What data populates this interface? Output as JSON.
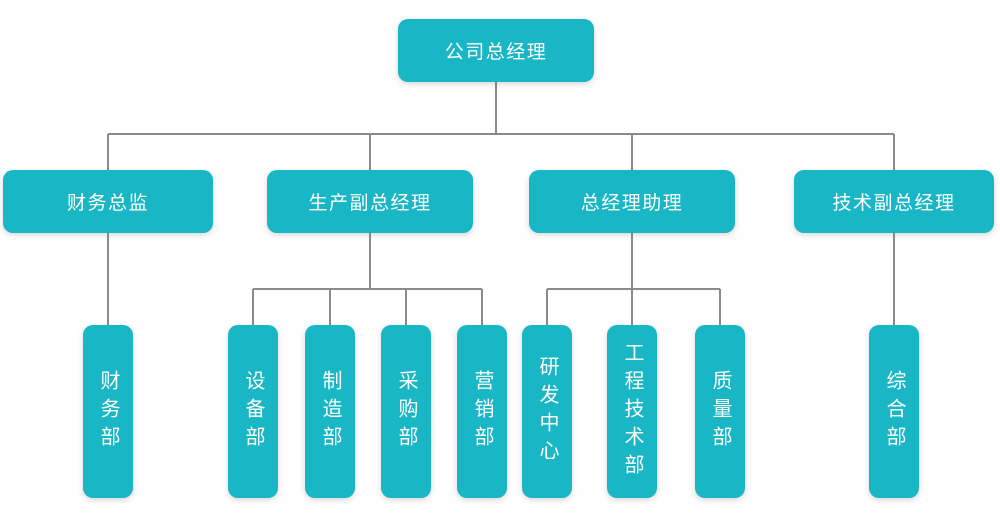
{
  "diagram": {
    "type": "org-chart",
    "colors": {
      "node_fill": "#19b6c6",
      "node_text": "#ffffff",
      "connector": "#8b8b8b",
      "background": "#ffffff"
    },
    "root": {
      "label": "公司总经理"
    },
    "managers": [
      {
        "label": "财务总监"
      },
      {
        "label": "生产副总经理"
      },
      {
        "label": "总经理助理"
      },
      {
        "label": "技术副总经理"
      }
    ],
    "departments": [
      {
        "label": "财务部",
        "parent": "财务总监"
      },
      {
        "label": "设备部",
        "parent": "生产副总经理"
      },
      {
        "label": "制造部",
        "parent": "生产副总经理"
      },
      {
        "label": "采购部",
        "parent": "生产副总经理"
      },
      {
        "label": "营销部",
        "parent": "生产副总经理"
      },
      {
        "label": "研发中心",
        "parent": "总经理助理"
      },
      {
        "label": "工程技术部",
        "parent": "总经理助理"
      },
      {
        "label": "质量部",
        "parent": "总经理助理"
      },
      {
        "label": "综合部",
        "parent": "技术副总经理"
      }
    ]
  }
}
